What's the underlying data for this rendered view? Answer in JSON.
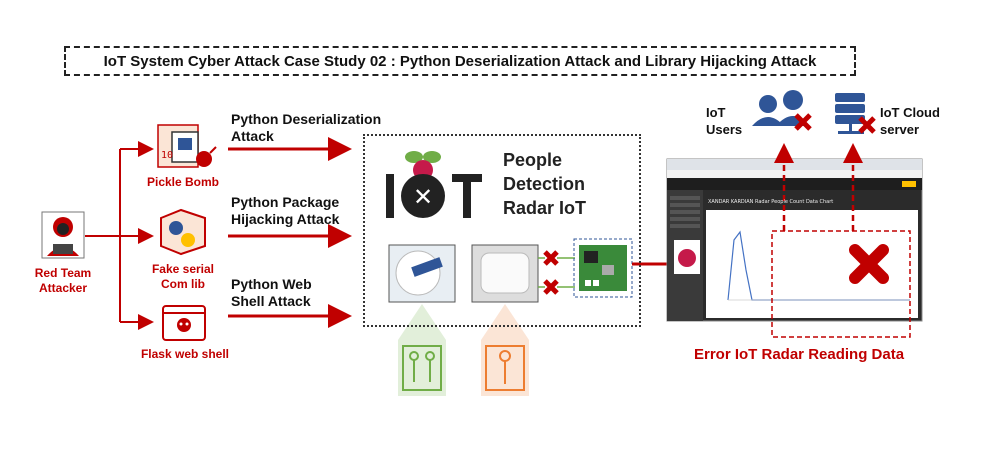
{
  "title": "IoT System Cyber Attack Case Study 02 : Python Deserialization Attack and Library Hijacking Attack",
  "attacker": {
    "label_line1": "Red Team",
    "label_line2": "Attacker"
  },
  "tools": [
    {
      "label_line1": "Pickle Bomb",
      "label_line2": ""
    },
    {
      "label_line1": "Fake serial",
      "label_line2": "Com lib"
    },
    {
      "label_line1": "Flask web shell",
      "label_line2": ""
    }
  ],
  "attacks": [
    {
      "line1": "Python Deserialization",
      "line2": "Attack"
    },
    {
      "line1": "Python Package",
      "line2": "Hijacking Attack"
    },
    {
      "line1": "Python Web",
      "line2": "Shell Attack"
    }
  ],
  "iot_device": {
    "logo": "IOT",
    "title_line1": "People",
    "title_line2": "Detection",
    "title_line3": "Radar IoT"
  },
  "users": {
    "line1": "IoT",
    "line2": "Users"
  },
  "cloud": {
    "line1": "IoT Cloud",
    "line2": "server"
  },
  "dashboard": {
    "heading": "XANDAR KARDIAN Radar People Count Data Chart"
  },
  "error_label": "Error IoT Radar Reading Data",
  "colors": {
    "attack_red": "#c00000",
    "accent_blue": "#2f5597",
    "green": "#70ad47",
    "orange": "#ed7d31"
  }
}
